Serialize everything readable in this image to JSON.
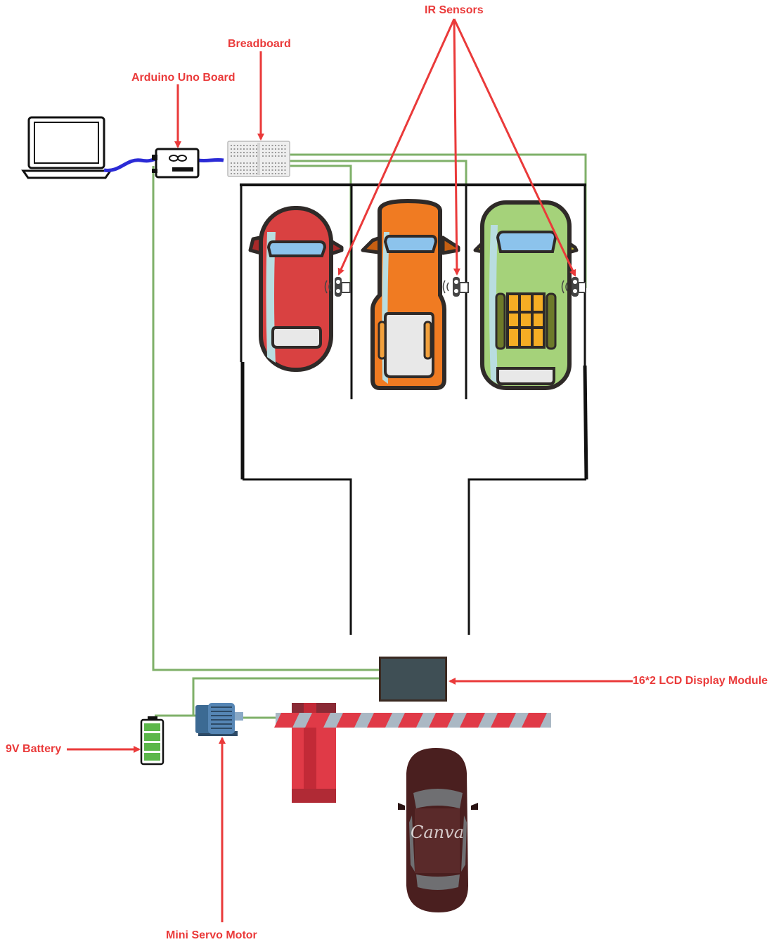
{
  "labels": {
    "ir_sensors": "IR Sensors",
    "breadboard": "Breadboard",
    "arduino": "Arduino Uno Board",
    "lcd": "16*2 LCD Display Module",
    "battery": "9V Battery",
    "servo": "Mini Servo Motor"
  },
  "watermark": "Canva",
  "colors": {
    "label_red": "#ea3a3a",
    "wire_green": "#7fb069",
    "usb_blue": "#2b2bd6",
    "car_red": "#d94141",
    "car_orange": "#f07b22",
    "car_green": "#a5d27a",
    "car_dark": "#4a1f1f",
    "lcd_screen": "#3f4f55",
    "barrier_red": "#e03a47"
  }
}
